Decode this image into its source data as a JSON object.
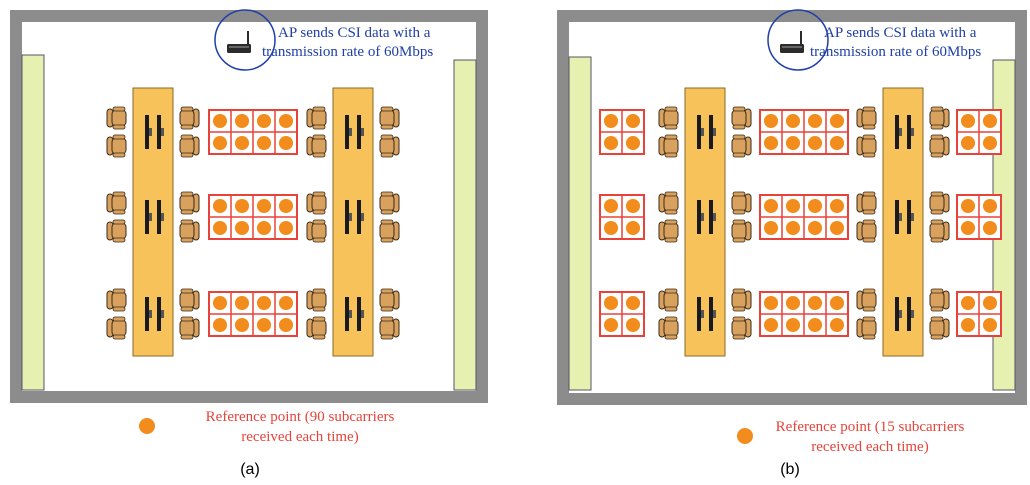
{
  "panels": [
    {
      "id": "a",
      "ap_label_line1": "AP sends CSI data with a",
      "ap_label_line2": "transmission rate of 60Mbps",
      "legend_line1": "Reference point (90 subcarriers",
      "legend_line2": "received each time)",
      "caption": "(a)",
      "reference_point_blocks_per_row": 1,
      "rows": 3
    },
    {
      "id": "b",
      "ap_label_line1": "AP sends CSI data with a",
      "ap_label_line2": "transmission rate of 60Mbps",
      "legend_line1": "Reference point (15 subcarriers",
      "legend_line2": "received each time)",
      "caption": "(b)",
      "reference_point_blocks_per_row": 3,
      "rows": 3
    }
  ],
  "colors": {
    "wall": "#8c8c8c",
    "floor": "#ffffff",
    "side_table": "#e6f0b0",
    "long_table": "#f8c25a",
    "chair": "#d9a15e",
    "monitor": "#1a1a1a",
    "grid_line": "#e8433a",
    "dot": "#f28c1c",
    "ap_circle": "#1f3fa8",
    "ap_text": "#1f3fa8",
    "legend_text": "#e8433a"
  },
  "icons": [
    "router-icon",
    "chair-icon",
    "monitor-icon",
    "reference-point-dot"
  ]
}
